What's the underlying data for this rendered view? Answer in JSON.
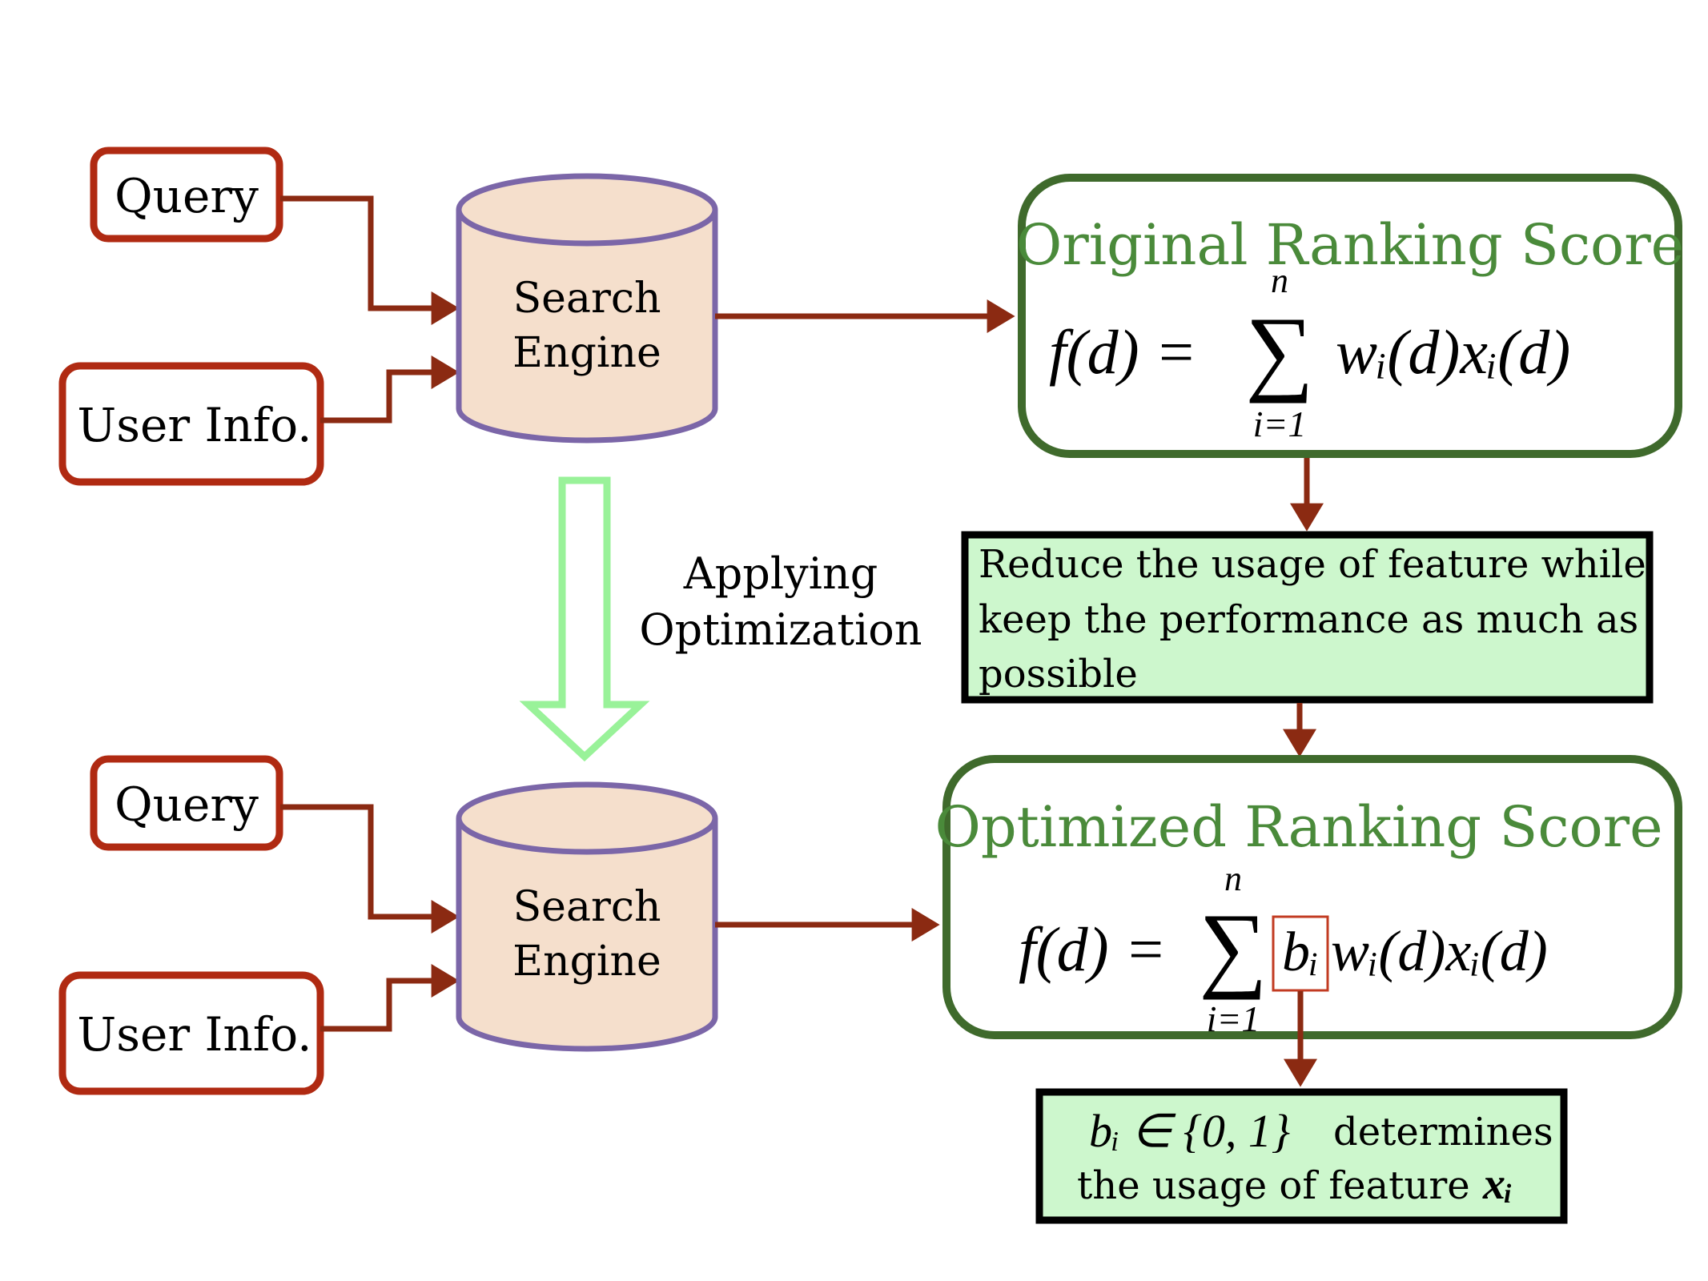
{
  "top": {
    "query_label": "Query",
    "user_info_label": "User Info.",
    "engine_line1": "Search",
    "engine_line2": "Engine"
  },
  "bottom": {
    "query_label": "Query",
    "user_info_label": "User Info.",
    "engine_line1": "Search",
    "engine_line2": "Engine"
  },
  "transition": {
    "line1": "Applying",
    "line2": "Optimization"
  },
  "original": {
    "title": "Original Ranking Score",
    "lhs": "f(d) =",
    "sum_upper": "n",
    "sum_lower": "i=1",
    "rhs": "wᵢ(d)xᵢ(d)"
  },
  "reduce_note": {
    "line1": "Reduce the usage of feature while",
    "line2": "keep the performance as much as",
    "line3": "possible"
  },
  "optimized": {
    "title": "Optimized Ranking Score",
    "lhs": "f(d) =",
    "sum_upper": "n",
    "sum_lower": "i=1",
    "highlight": "bᵢ",
    "rhs": "wᵢ(d)xᵢ(d)"
  },
  "binary_note": {
    "expr": "bᵢ ∈ {0, 1}",
    "line1_rest": "determines",
    "line2": "the usage of  feature",
    "feature": "xᵢ"
  },
  "colors": {
    "red_box": "#b02a12",
    "arrow": "#8b2a12",
    "cylinder_fill": "#f5dfcc",
    "cylinder_stroke": "#7b66a8",
    "green_box": "#3f6a2c",
    "green_title": "#4a8a3a",
    "note_fill": "#cdf7cd",
    "big_arrow": "#99f299"
  }
}
